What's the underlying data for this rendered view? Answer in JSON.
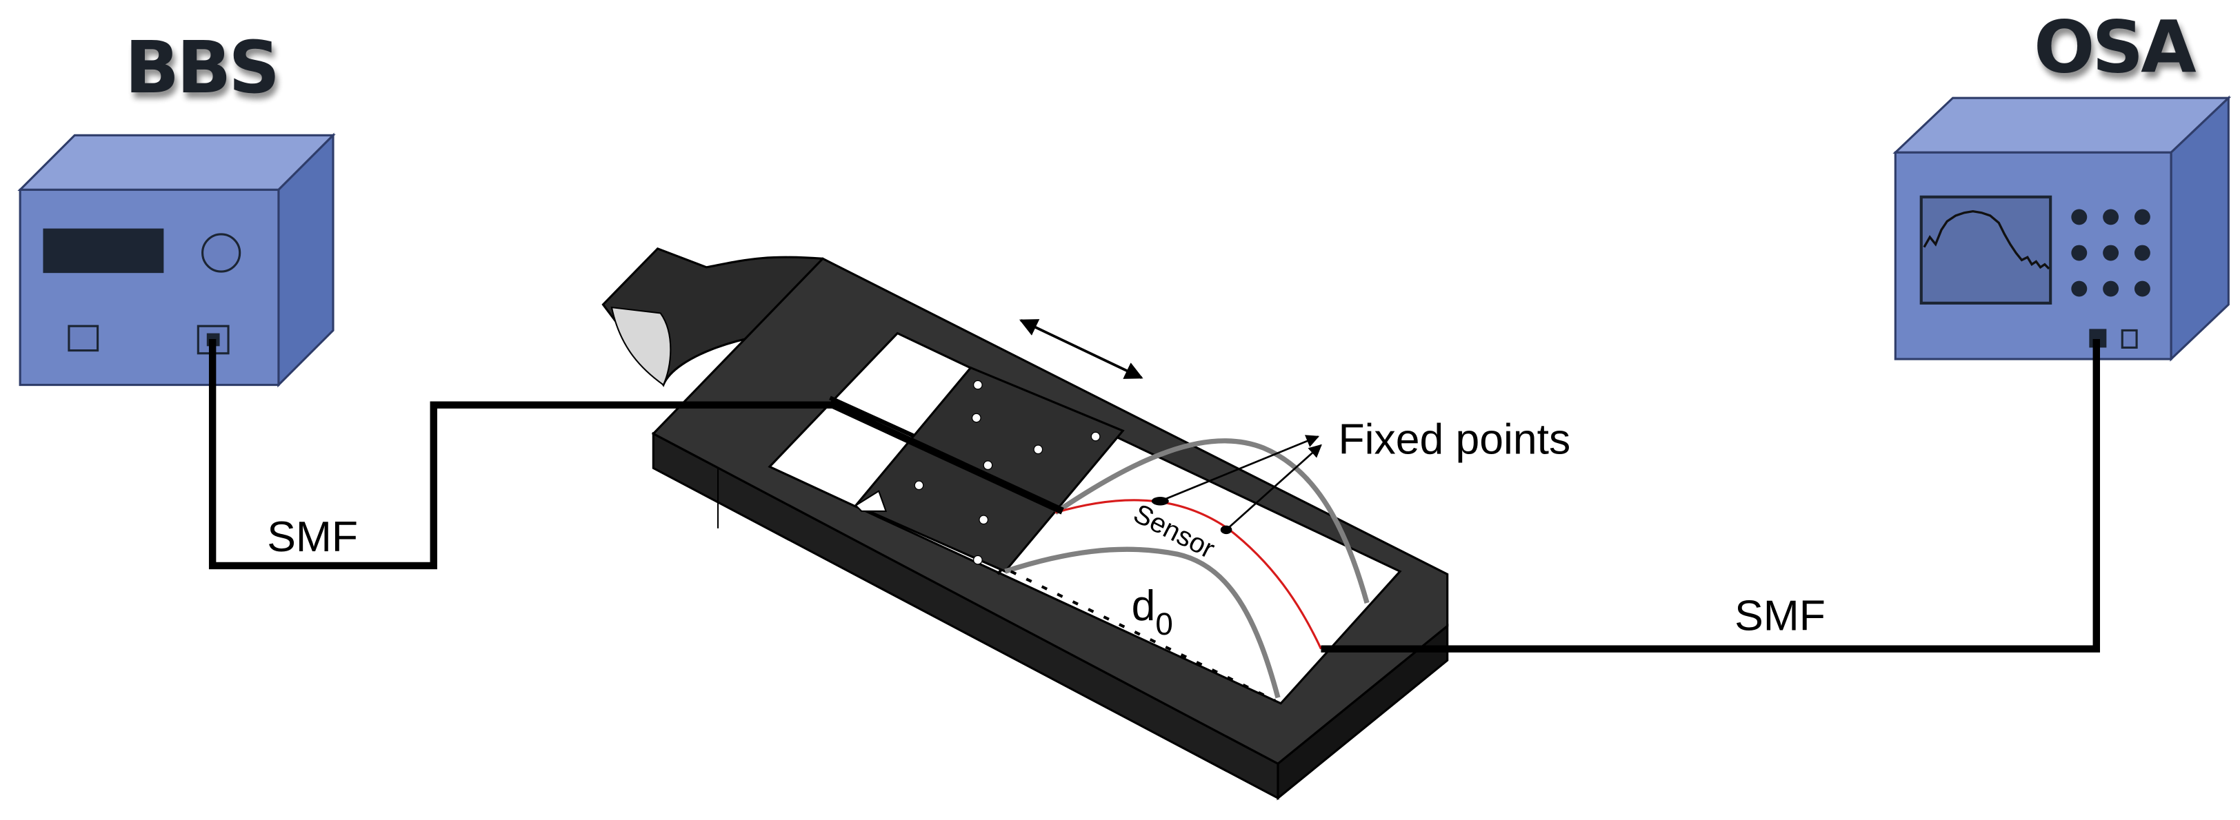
{
  "source": {
    "title": "BBS"
  },
  "analyzer": {
    "title": "OSA"
  },
  "fibers": {
    "input_label": "SMF",
    "output_label": "SMF"
  },
  "setup": {
    "fixed_points_label": "Fixed points",
    "sensor_label": "Sensor",
    "displacement_symbol": "d",
    "displacement_subscript": "0"
  },
  "colors": {
    "device_face": "#6f86c6",
    "device_side": "#5670b4",
    "device_top": "#8ea1d8",
    "device_outline": "#2f3d6a",
    "stage_body": "#2b2b2b",
    "sensor_fiber": "#d81b1b",
    "fiber": "#000000",
    "arc": "#808080"
  },
  "icons": {
    "source_display": "display-icon",
    "analyzer_spectrum": "spectrum-display-icon",
    "direction_arrow": "double-arrow-icon"
  }
}
